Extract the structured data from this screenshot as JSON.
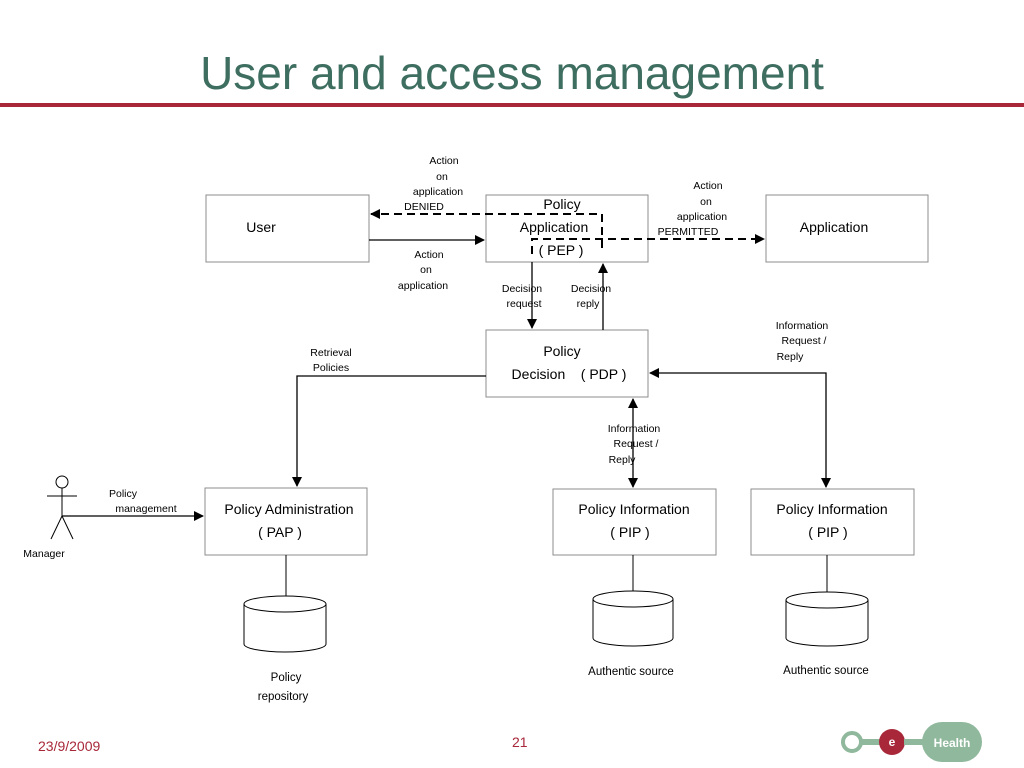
{
  "slide": {
    "title": "User and access management",
    "date": "23/9/2009",
    "page_number": "21"
  },
  "boxes": {
    "user": "User",
    "pep": [
      "Policy",
      "Application",
      "( PEP )"
    ],
    "application": "Application",
    "pdp": [
      "Policy",
      "Decision    ( PDP )"
    ],
    "pap": [
      "Policy Administration",
      "( PAP )"
    ],
    "pip1": [
      "Policy Information",
      "( PIP )"
    ],
    "pip2": [
      "Policy Information",
      "( PIP )"
    ]
  },
  "labels": {
    "denied": [
      "Action",
      "on",
      "application",
      "DENIED"
    ],
    "action": [
      "Action",
      "on",
      "application"
    ],
    "permitted": [
      "Action",
      "on",
      "application",
      "PERMITTED"
    ],
    "decision_request": [
      "Decision",
      "request"
    ],
    "decision_reply": [
      "Decision",
      "reply"
    ],
    "retrieval": [
      "Retrieval",
      "Policies"
    ],
    "info_right": [
      "Information",
      "Request /",
      "Reply"
    ],
    "info_center": [
      "Information",
      "Request /",
      "Reply"
    ],
    "policy_management": [
      "Policy",
      "management"
    ],
    "manager": "Manager"
  },
  "repositories": {
    "pap": [
      "Policy",
      "repository"
    ],
    "pip1": "Authentic source",
    "pip2": "Authentic source"
  },
  "logo": {
    "letter": "e",
    "text": "Health",
    "colors": {
      "ring": "#8fb89c",
      "dot": "#a8283a",
      "pill": "#8fb89c"
    }
  },
  "colors": {
    "title": "#3e6e60",
    "accent": "#a8283a",
    "line": "#000000",
    "box_border": "#8c8c8c"
  }
}
